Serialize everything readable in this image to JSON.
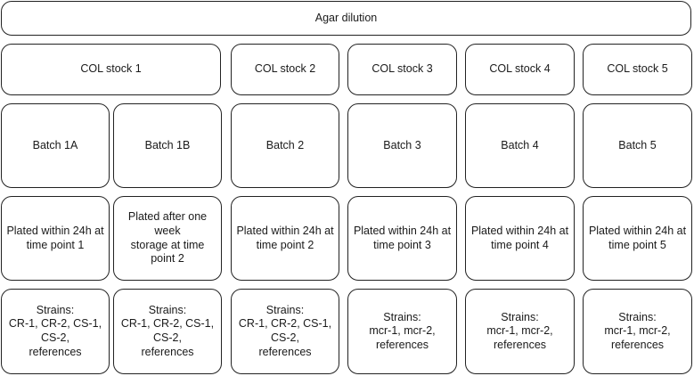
{
  "diagram": {
    "root": "Agar dilution",
    "stocks": [
      "COL stock 1",
      "COL stock 2",
      "COL stock 3",
      "COL stock 4",
      "COL stock 5"
    ],
    "batches": [
      "Batch 1A",
      "Batch 1B",
      "Batch 2",
      "Batch 3",
      "Batch 4",
      "Batch 5"
    ],
    "plating": [
      "Plated within 24h at\ntime point 1",
      "Plated after one week\nstorage at time point 2",
      "Plated within 24h at\ntime point 2",
      "Plated within 24h at\ntime point 3",
      "Plated within 24h at\ntime point 4",
      "Plated within 24h at\ntime point 5"
    ],
    "strains": [
      "Strains:\nCR-1, CR-2, CS-1, CS-2,\nreferences",
      "Strains:\nCR-1, CR-2, CS-1, CS-2,\nreferences",
      "Strains:\nCR-1, CR-2, CS-1, CS-2,\nreferences",
      "Strains:\nmcr-1, mcr-2,\nreferences",
      "Strains:\nmcr-1, mcr-2,\nreferences",
      "Strains:\nmcr-1, mcr-2,\nreferences"
    ]
  }
}
